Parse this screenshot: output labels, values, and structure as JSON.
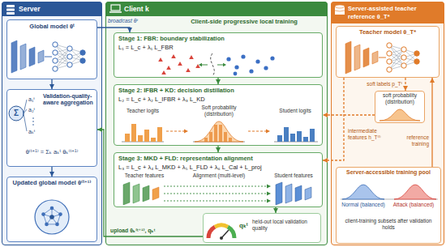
{
  "diagram": {
    "nodes": [
      {
        "text": [
          "Server"
        ]
      },
      {
        "text": [
          "Global model θᵗ"
        ],
        "in": 0
      },
      {
        "text": [
          "Validation-quality-aware aggregation",
          "θ⁽ᵗ⁺¹⁾ = Σₖ aₖᵗ θₖ⁽ᵗ⁺¹⁾"
        ],
        "in": 0
      },
      {
        "text": [
          "Updated global model θ⁽ᵗ⁺¹⁾"
        ],
        "in": 0
      },
      {
        "text": [
          "Client k",
          "Client-side progressive local training"
        ]
      },
      {
        "text": [
          "Stage 1: FBR: boundary stabilization",
          "L₁ = L_c + λ₁ L_FBR"
        ],
        "in": 4
      },
      {
        "text": [
          "Stage 2: IFBR + KD: decision distillation",
          "L₂ = L_c + λ₂ L_IFBR + λ₃ L_KD"
        ],
        "in": 4
      },
      {
        "text": [
          "Stage 3: MKD + FLD: representation alignment",
          "L₃ = L_c + λ₄ L_MKD + λ₅ L_FLD + λ₆ L_Cal + L_proj"
        ],
        "in": 4
      },
      {
        "text": [
          "qₖᵗ",
          "held-out local validation quality"
        ],
        "in": 4
      },
      {
        "text": [
          "Server-assisted teacher reference θ_T*"
        ]
      },
      {
        "text": [
          "Teacher model θ_T*"
        ],
        "in": 9
      },
      {
        "text": [
          "soft probability (distribution)"
        ],
        "in": 9
      },
      {
        "text": [
          "Server-accessible training pool",
          "Normal (balanced)",
          "Attack (balanced)",
          "client-training subsets after validation holds"
        ],
        "in": 9
      }
    ],
    "edges": [
      {
        "from": 1,
        "to": 2,
        "arrow": "to"
      },
      {
        "from": 2,
        "to": 3,
        "arrow": "to"
      },
      {
        "from": 1,
        "to": 5,
        "arrow": "to",
        "label": "broadcast θᵗ"
      },
      {
        "from": 5,
        "to": 6,
        "arrow": "to"
      },
      {
        "from": 6,
        "to": 7,
        "arrow": "to"
      },
      {
        "from": 7,
        "to": 8,
        "arrow": "to"
      },
      {
        "from": 8,
        "to": 2,
        "arrow": "to",
        "label": "upload θₖ⁽ᵗ⁺¹⁾, qₖᵗ"
      },
      {
        "from": 10,
        "to": 11,
        "arrow": "to",
        "label": "soft labels p_Tᵗ"
      },
      {
        "from": 11,
        "to": 6,
        "arrow": "to"
      },
      {
        "from": 10,
        "to": 7,
        "arrow": "to",
        "label": "intermediate features h_T⁽ˡ⁾"
      },
      {
        "from": 12,
        "to": 10,
        "arrow": "to",
        "label": "reference training"
      }
    ],
    "labels": [
      "Σ",
      "a₁ᵗ",
      "a₂ᵗ",
      "aₖᵗ",
      "Teacher logits",
      "Soft probability (distribution)",
      "Student logits",
      "Teacher features",
      "Alignment (multi-level)",
      "Student features"
    ]
  }
}
